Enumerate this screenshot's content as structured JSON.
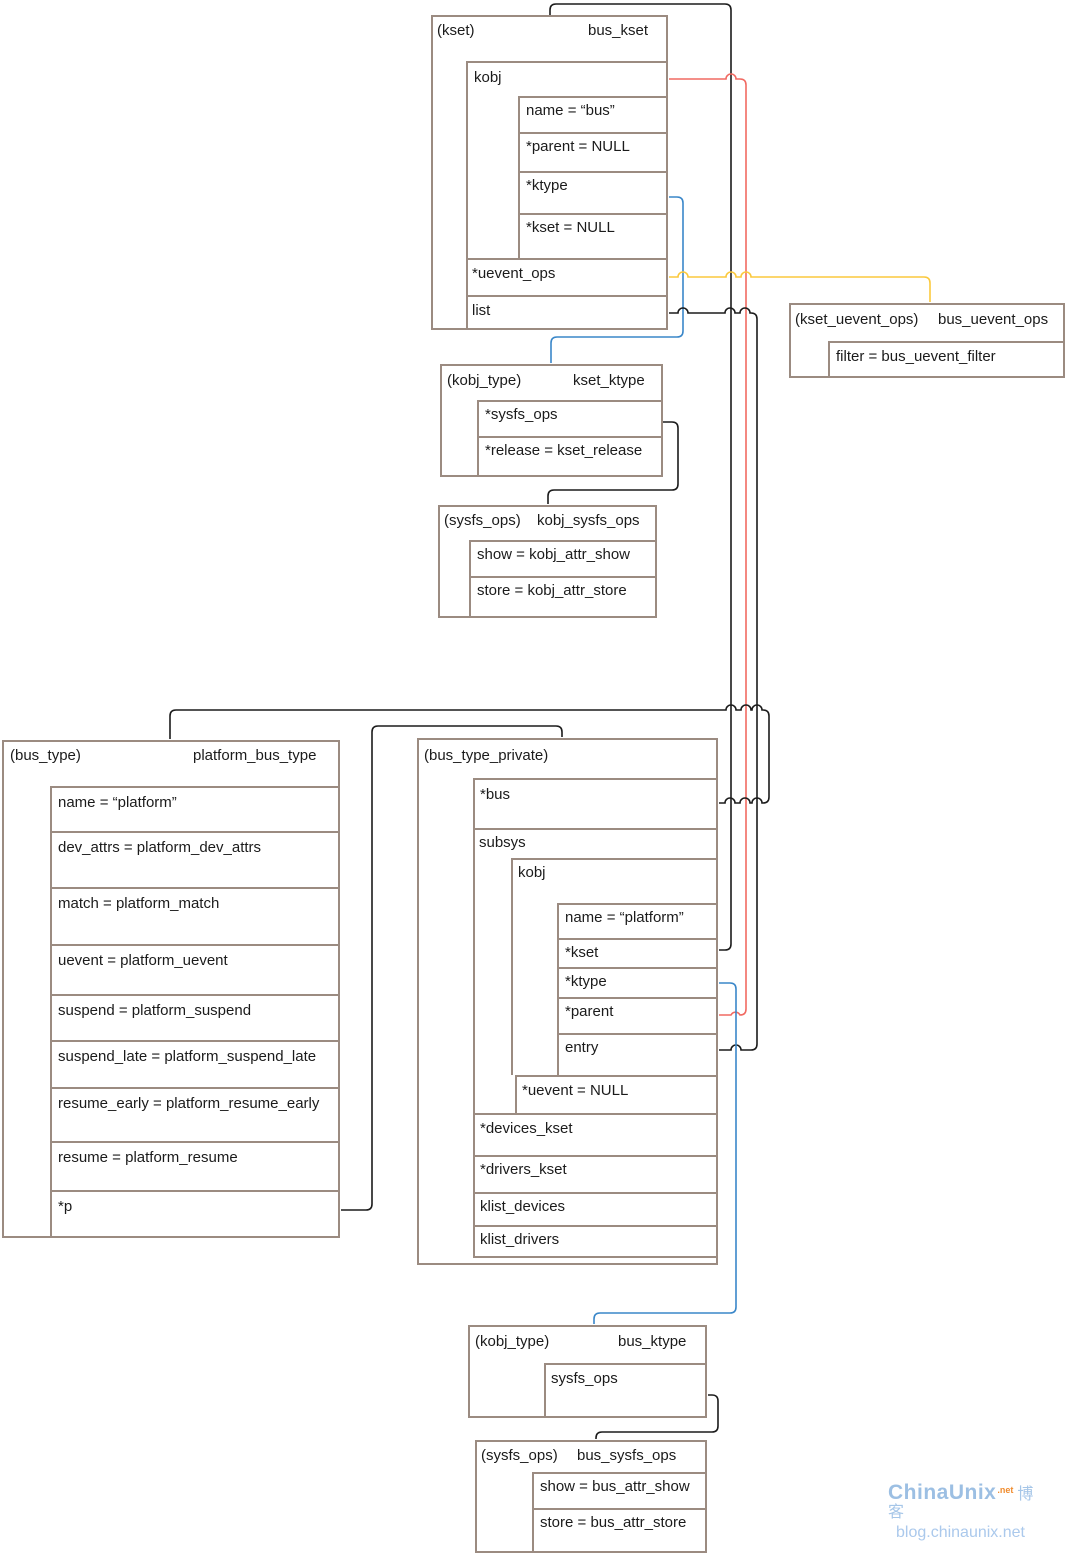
{
  "boxes": {
    "bus_kset": {
      "type_label": "(kset)",
      "instance": "bus_kset",
      "kobj": "kobj",
      "name": "name =  “bus”",
      "parent": "*parent = NULL",
      "ktype": "*ktype",
      "kset": "*kset = NULL",
      "uevent_ops": "*uevent_ops",
      "list": "list"
    },
    "bus_uevent_ops": {
      "type_label": "(kset_uevent_ops)",
      "instance": "bus_uevent_ops",
      "filter": "filter = bus_uevent_filter"
    },
    "kset_ktype": {
      "type_label": "(kobj_type)",
      "instance": "kset_ktype",
      "sysfs_ops": "*sysfs_ops",
      "release": "*release = kset_release"
    },
    "kobj_sysfs_ops": {
      "type_label": "(sysfs_ops)",
      "instance": "kobj_sysfs_ops",
      "show": "show = kobj_attr_show",
      "store": "store = kobj_attr_store"
    },
    "platform_bus_type": {
      "type_label": "(bus_type)",
      "instance": "platform_bus_type",
      "fields": [
        "name =  “platform”",
        "dev_attrs = platform_dev_attrs",
        "match = platform_match",
        "uevent = platform_uevent",
        "suspend = platform_suspend",
        "suspend_late = platform_suspend_late",
        "resume_early = platform_resume_early",
        "resume = platform_resume",
        "*p"
      ]
    },
    "bus_type_private": {
      "type_label": "(bus_type_private)",
      "bus": "*bus",
      "subsys": "subsys",
      "kobj": "kobj",
      "name": "name =  “platform”",
      "kset": "*kset",
      "ktype": "*ktype",
      "parent": "*parent",
      "entry": "entry",
      "uevent": "*uevent = NULL",
      "devices_kset": "*devices_kset",
      "drivers_kset": "*drivers_kset",
      "klist_devices": "klist_devices",
      "klist_drivers": "klist_drivers"
    },
    "bus_ktype": {
      "type_label": "(kobj_type)",
      "instance": "bus_ktype",
      "sysfs_ops": "sysfs_ops"
    },
    "bus_sysfs_ops": {
      "type_label": "(sysfs_ops)",
      "instance": "bus_sysfs_ops",
      "show": "show = bus_attr_show",
      "store": "store = bus_attr_store"
    }
  },
  "watermark": {
    "brand": "ChinaUnix",
    "brand_sup": ".net",
    "brand_suffix": "博客",
    "url": "blog.chinaunix.net"
  },
  "colors": {
    "border": "#9b8b81",
    "line_black": "#1c1c1c",
    "line_red": "#f16a62",
    "line_blue": "#3a87c9",
    "line_yellow": "#fbc93d"
  }
}
